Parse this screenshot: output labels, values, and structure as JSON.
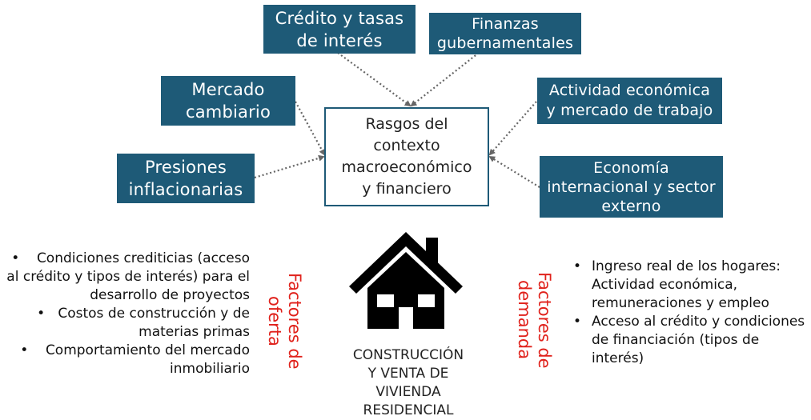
{
  "center": {
    "label": "Rasgos del\ncontexto\nmacroeconómico\ny financiero"
  },
  "factors": {
    "credit": "Crédito y tasas\nde interés",
    "government": "Finanzas\ngubernamentales",
    "exchange": "Mercado\ncambiario",
    "activity": "Actividad económica\ny mercado de trabajo",
    "inflation": "Presiones\ninflacionarias",
    "international": "Economía\ninternacional y sector\nexterno"
  },
  "supply": {
    "title": "Factores de\noferta",
    "items": [
      "Condiciones crediticias (acceso al crédito y tipos de interés) para el desarrollo de proyectos",
      "Costos de construcción y de materias primas",
      "Comportamiento del mercado inmobiliario"
    ]
  },
  "demand": {
    "title": "Factores de\ndemanda",
    "items": [
      "Ingreso real de los hogares: Actividad económica, remuneraciones y empleo",
      "Acceso al crédito y condiciones de financiación (tipos de interés)"
    ]
  },
  "house": {
    "icon": "house-icon",
    "caption": "CONSTRUCCIÓN\nY VENTA DE\nVIVIENDA\nRESIDENCIAL"
  },
  "colors": {
    "box": "#1e5a77",
    "arrow": "#666666",
    "accent": "#e0211b",
    "house": "#000000"
  }
}
